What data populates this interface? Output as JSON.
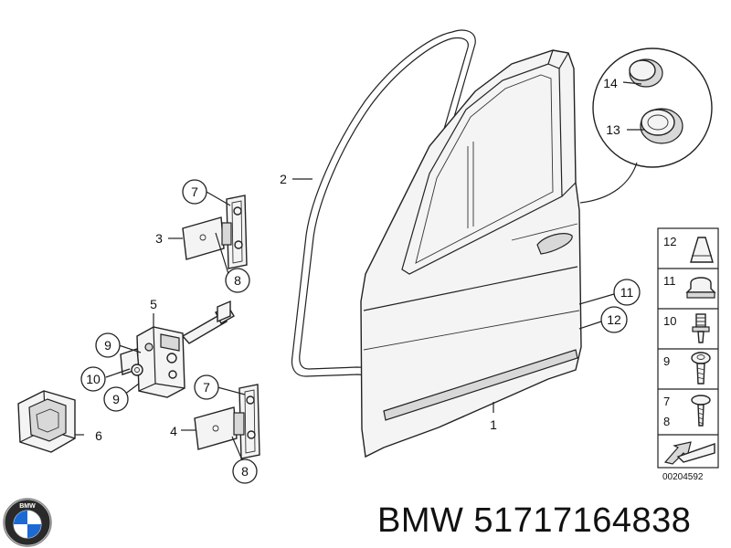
{
  "callouts": {
    "c1": "1",
    "c2": "2",
    "c3": "3",
    "c4": "4",
    "c5": "5",
    "c6": "6",
    "c7a": "7",
    "c7b": "7",
    "c8a": "8",
    "c8b": "8",
    "c9a": "9",
    "c9b": "9",
    "c10": "10",
    "c11": "11",
    "c12": "12",
    "c13": "13",
    "c14": "14"
  },
  "legend": {
    "items": [
      "12",
      "11",
      "10",
      "9",
      "7",
      "8"
    ],
    "diagram_number": "00204592"
  },
  "logo": {
    "brand_letters": "BMW",
    "colors": {
      "blue": "#1c69d4",
      "black": "#111111",
      "white": "#ffffff"
    }
  },
  "footer": {
    "text": "BMW 51717164838"
  }
}
